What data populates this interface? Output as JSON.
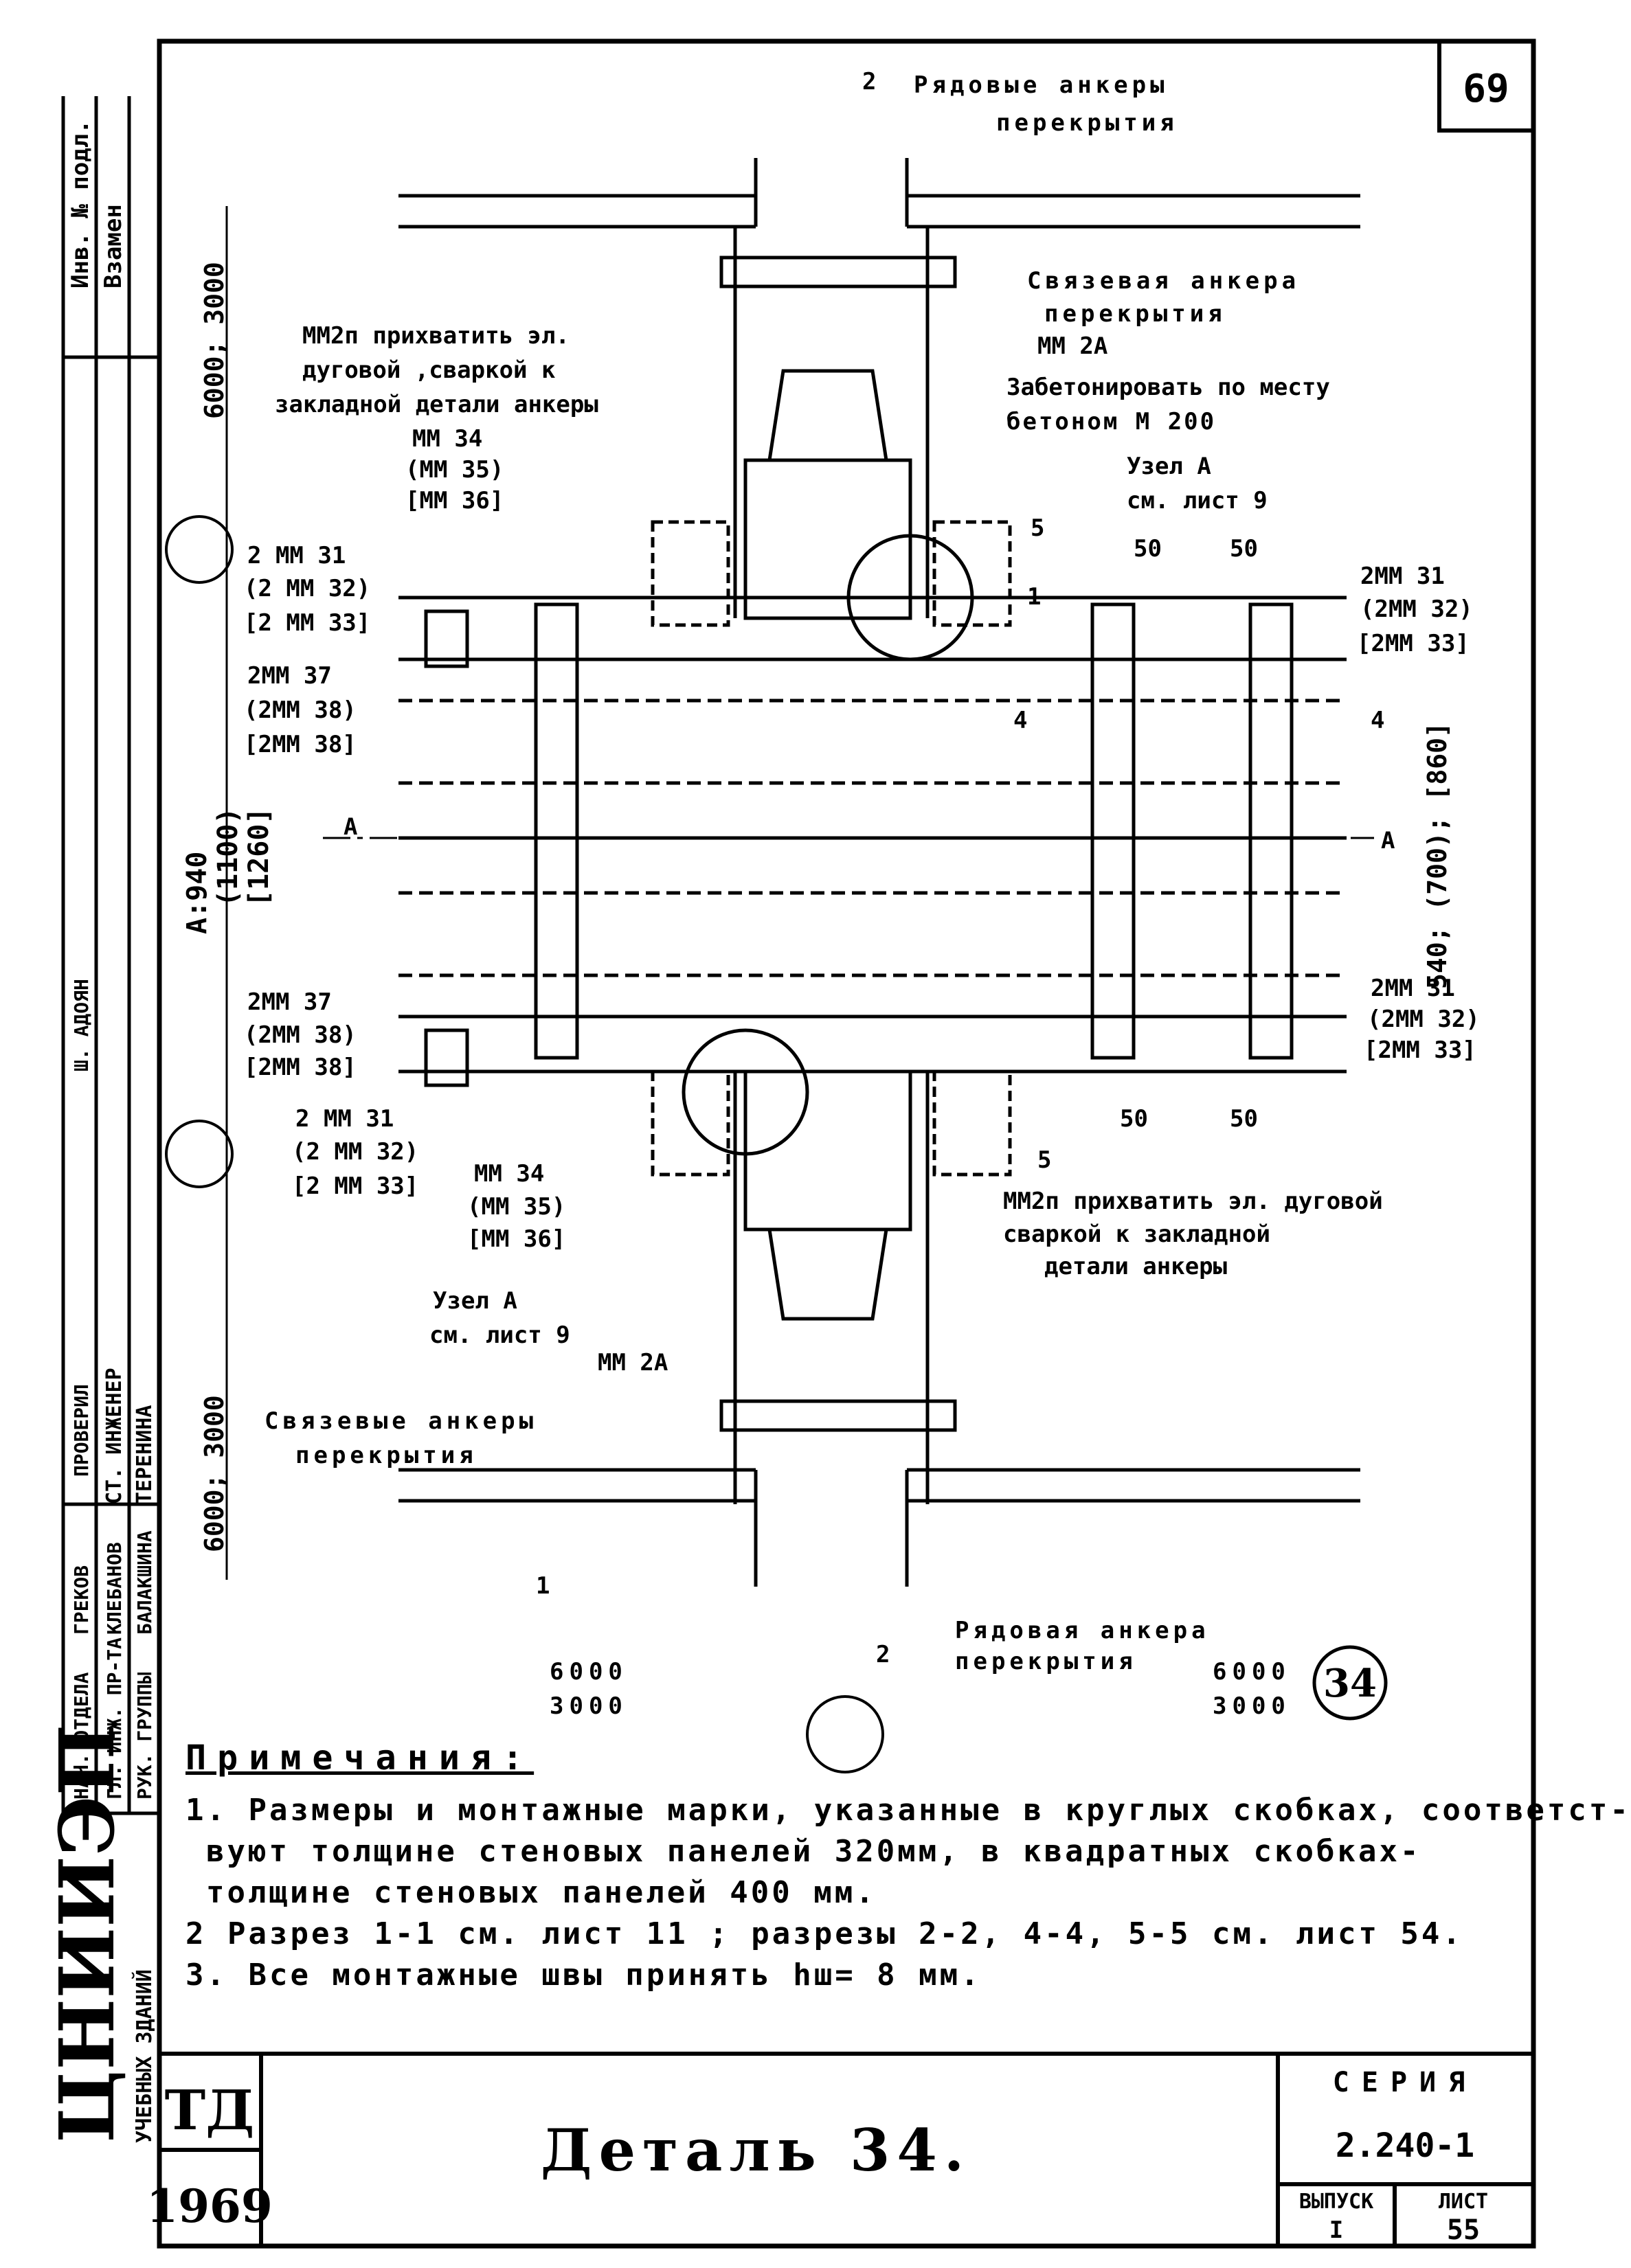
{
  "sheet": {
    "sheet_number": "69",
    "detail_number": "34",
    "title": "Деталь 34.",
    "doc_code": "ТД",
    "year": "1969",
    "series_label": "СЕРИЯ",
    "series_value": "2.240-1",
    "issue_label": "ВЫПУСК",
    "issue_value": "I",
    "list_label": "ЛИСТ",
    "list_value": "55",
    "org_name": "ЦНИИЭП",
    "org_sub": "УЧЕБНЫХ ЗДАНИЙ"
  },
  "stamp": {
    "inv_label": "Инв. № подл.",
    "replace_label": "Взамен",
    "roles": [
      "НАЧ. ОТДЕЛА",
      "ГЛ. ИНЖ. ПР-ТА",
      "РУК. ГРУППЫ",
      "СТ. ИНЖЕНЕР"
    ],
    "names": [
      "ГРЕКОВ",
      "КЛЕБАНОВ",
      "БАЛАКШИНА",
      "ТЕРЕНИНА"
    ],
    "checked": "ПРОВЕРИЛ",
    "checked_name": "Ш. АДОЯН"
  },
  "labels": {
    "section_2": "2",
    "row_anchors_top": "Рядовые анкеры",
    "row_anchors_top2": "перекрытия",
    "tie_anchor": "Связевая анкера",
    "tie_anchor2": "перекрытия",
    "mm2a_top": "ММ 2А",
    "concrete1": "Забетонировать по месту",
    "concrete2": "бетоном М 200",
    "uzel_top1": "Узел А",
    "uzel_top2": "см. лист 9",
    "weld_top1": "ММ2п прихватить эл.",
    "weld_top2": "дуговой ,сваркой к",
    "weld_top3": "закладной детали анкеры",
    "mm34": "ММ 34",
    "mm35": "(ММ 35)",
    "mm36": "[ММ 36]",
    "mm31_l1": "2 ММ 31",
    "mm31_l2": "(2 ММ 32)",
    "mm31_l3": "[2 ММ 33]",
    "mm31_r1": "2ММ 31",
    "mm31_r2": "(2ММ 32)",
    "mm31_r3": "[2ММ 33]",
    "mm37_1": "2ММ 37",
    "mm37_2": "(2ММ 38)",
    "mm37_3": "[2ММ 38]",
    "dim_50": "50",
    "dim_5": "5",
    "dim_1": "1",
    "dim_4": "4",
    "axis_a": "А",
    "h_dim": "А:940",
    "h_dim2": "(1100)",
    "h_dim3": "[1260]",
    "r_dim": "540; (700); [860]",
    "span_top": "6000; 3000",
    "span_bot": "6000; 3000",
    "weld_bot1": "ММ2п прихватить эл. дуговой",
    "weld_bot2": "сваркой к закладной",
    "weld_bot3": "детали анкеры",
    "uzel_bot1": "Узел А",
    "uzel_bot2": "см. лист 9",
    "mm2a_bot": "ММ 2А",
    "tie_bot1": "Связевые анкеры",
    "tie_bot2": "перекрытия",
    "row_bot1": "Рядовая анкера",
    "row_bot2": "перекрытия",
    "dim_6000": "6000",
    "dim_3000": "3000",
    "mark_1": "1"
  },
  "notes": {
    "heading": "Примечания:",
    "n1a": "1. Размеры и монтажные марки, указанные в круглых скобках, соответст-",
    "n1b": "вуют толщине стеновых панелей 320мм, в квадратных скобках-",
    "n1c": "толщине стеновых панелей 400 мм.",
    "n2": "2 Разрез 1-1 см. лист 11 ; разрезы 2-2, 4-4, 5-5 см. лист 54.",
    "n3": "3. Все монтажные швы принять hш= 8 мм."
  }
}
